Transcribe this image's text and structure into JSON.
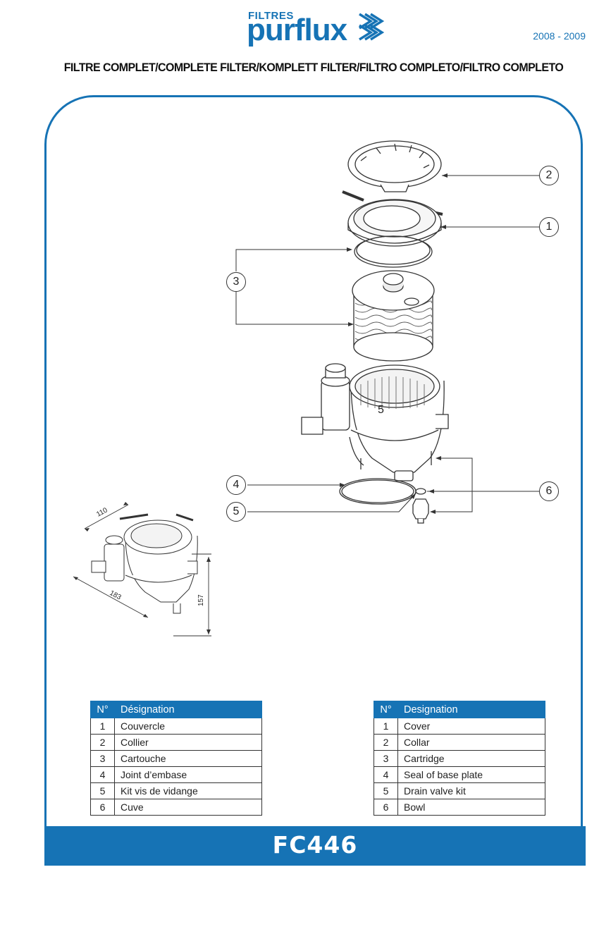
{
  "header": {
    "logo_small": "FILTRES",
    "logo_big": "purflux",
    "year": "2008 - 2009",
    "title": "FILTRE COMPLET/COMPLETE FILTER/KOMPLETT FILTER/FILTRO COMPLETO/FILTRO COMPLETO"
  },
  "callouts": {
    "c1": "1",
    "c2": "2",
    "c3": "3",
    "c4": "4",
    "c5a": "5",
    "c5b": "5",
    "c6": "6"
  },
  "dimensions": {
    "width": "110",
    "length": "183",
    "height": "157"
  },
  "table_fr": {
    "col_num": "N°",
    "col_name": "Désignation",
    "rows": [
      {
        "n": "1",
        "name": "Couvercle"
      },
      {
        "n": "2",
        "name": "Collier"
      },
      {
        "n": "3",
        "name": "Cartouche"
      },
      {
        "n": "4",
        "name": "Joint d’embase"
      },
      {
        "n": "5",
        "name": "Kit vis de vidange"
      },
      {
        "n": "6",
        "name": "Cuve"
      }
    ]
  },
  "table_en": {
    "col_num": "N°",
    "col_name": "Designation",
    "rows": [
      {
        "n": "1",
        "name": "Cover"
      },
      {
        "n": "2",
        "name": "Collar"
      },
      {
        "n": "3",
        "name": "Cartridge"
      },
      {
        "n": "4",
        "name": "Seal of base plate"
      },
      {
        "n": "5",
        "name": "Drain valve kit"
      },
      {
        "n": "6",
        "name": "Bowl"
      }
    ]
  },
  "footer": {
    "reference": "FC446"
  },
  "colors": {
    "brand_blue": "#1673b5"
  }
}
